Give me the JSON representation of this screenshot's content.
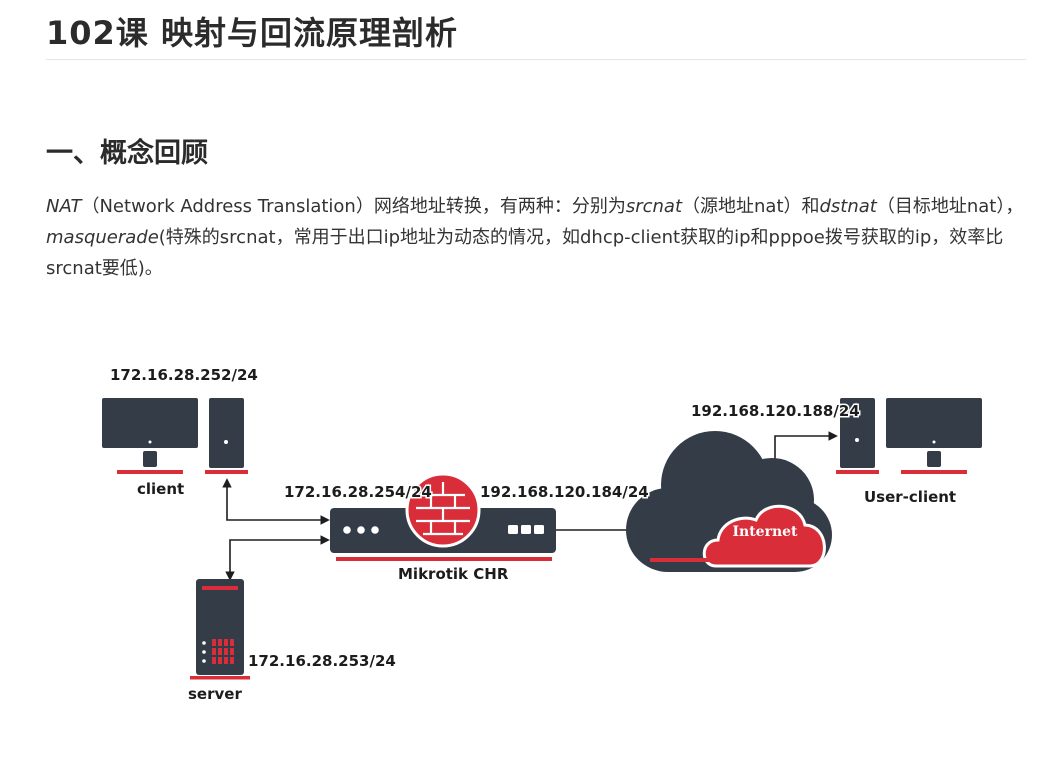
{
  "page": {
    "title": "102课  映射与回流原理剖析",
    "section_heading": "一、概念回顾"
  },
  "paragraph": {
    "nat": "NAT",
    "t1": "（Network Address Translation）网络地址转换，有两种：分别为",
    "srcnat": "srcnat",
    "t2": "（源地址nat）和",
    "dstnat": "dstnat",
    "t3": "（目标地址nat），",
    "masquerade": "masquerade",
    "t4": "(特殊的srcnat，常用于出口ip地址为动态的情况，如dhcp-client获取的ip和pppoe拨号获取的ip，效率比srcnat要低)。"
  },
  "diagram": {
    "client_ip": "172.16.28.252/24",
    "client_label": "client",
    "router_lan_ip": "172.16.28.254/24",
    "router_wan_ip": "192.168.120.184/24",
    "router_label": "Mikrotik CHR",
    "internet_label": "Internet",
    "user_client_ip": "192.168.120.188/24",
    "user_client_label": "User-client",
    "server_ip": "172.16.28.253/24",
    "server_label": "server",
    "colors": {
      "dark": "#343d47",
      "accent": "#d92e3a",
      "line": "#1e1e1e"
    }
  }
}
